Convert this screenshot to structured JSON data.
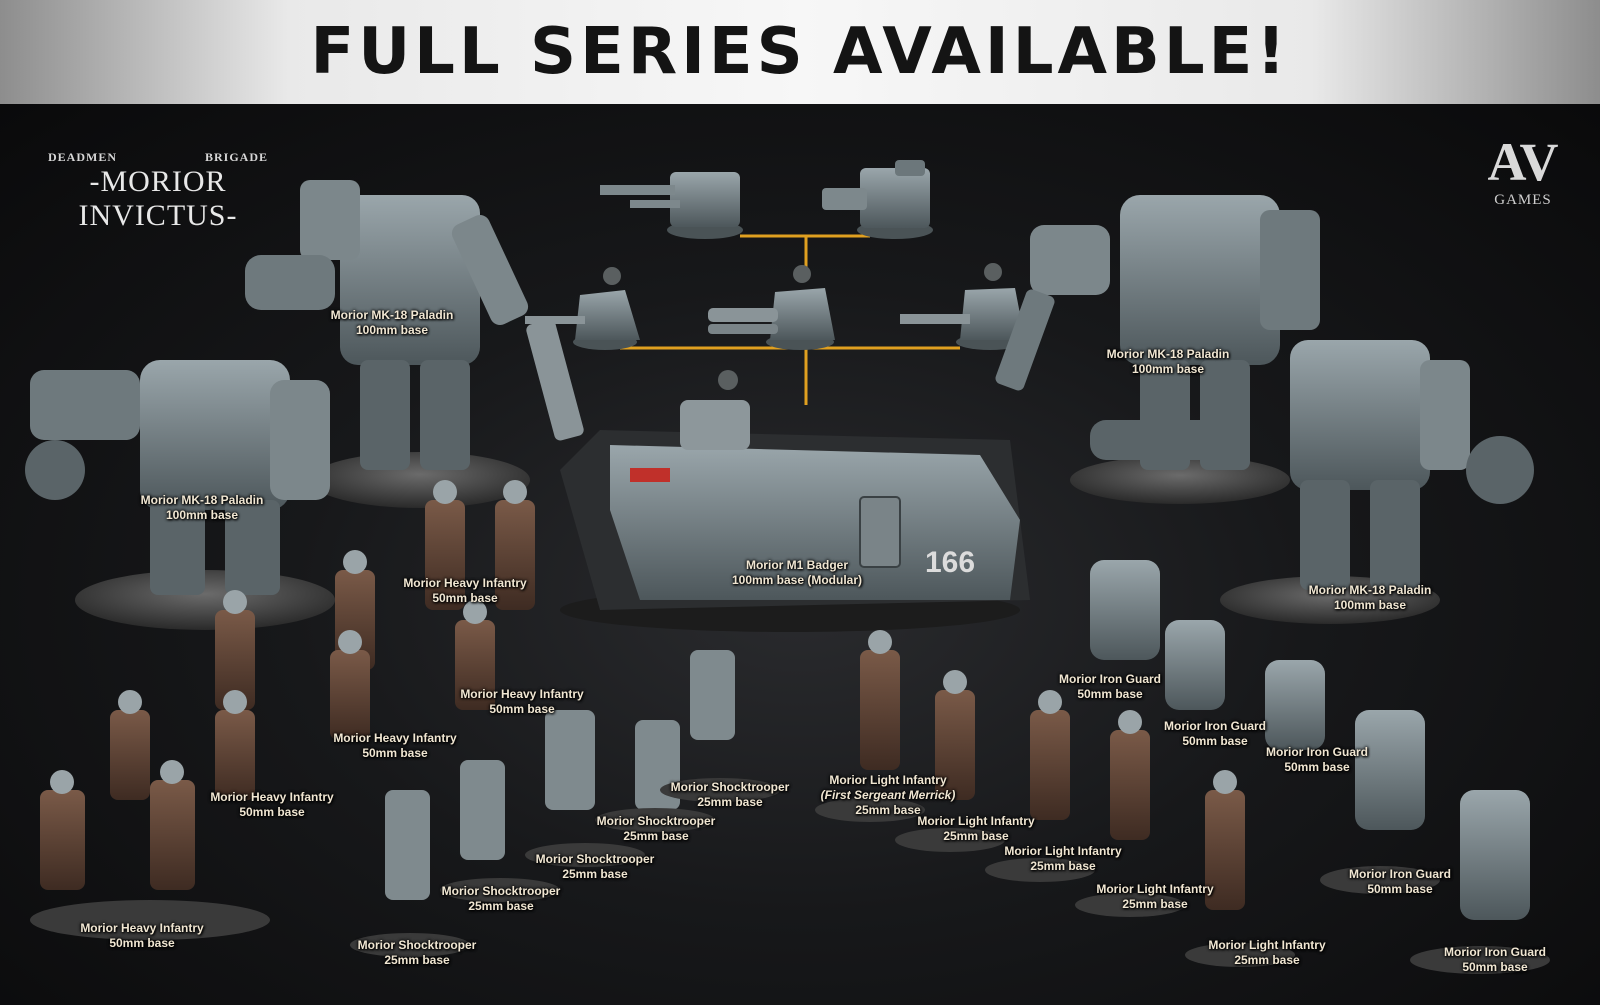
{
  "banner": {
    "title": "Full series available!"
  },
  "brand_left": {
    "top_left": "DEADMEN",
    "top_right": "BRIGADE",
    "main": "-MORIOR INVICTUS-"
  },
  "brand_right": {
    "mark": "AV",
    "text": "GAMES"
  },
  "colors": {
    "label_text": "#f0e6d2",
    "connector": "#e0a020",
    "banner_text": "#141414"
  },
  "labels": [
    {
      "name": "Morior MK-18 Paladin",
      "base": "100mm base"
    },
    {
      "name": "Morior MK-18 Paladin",
      "base": "100mm base"
    },
    {
      "name": "Morior MK-18 Paladin",
      "base": "100mm base"
    },
    {
      "name": "Morior MK-18 Paladin",
      "base": "100mm base"
    },
    {
      "name": "Morior M1 Badger",
      "base": "100mm base (Modular)"
    },
    {
      "name": "Morior Heavy Infantry",
      "base": "50mm base"
    },
    {
      "name": "Morior Heavy Infantry",
      "base": "50mm base"
    },
    {
      "name": "Morior Heavy Infantry",
      "base": "50mm base"
    },
    {
      "name": "Morior Heavy Infantry",
      "base": "50mm base"
    },
    {
      "name": "Morior Heavy Infantry",
      "base": "50mm base"
    },
    {
      "name": "Morior Shocktrooper",
      "base": "25mm base"
    },
    {
      "name": "Morior Shocktrooper",
      "base": "25mm base"
    },
    {
      "name": "Morior Shocktrooper",
      "base": "25mm base"
    },
    {
      "name": "Morior Shocktrooper",
      "base": "25mm base"
    },
    {
      "name": "Morior Shocktrooper",
      "base": "25mm base"
    },
    {
      "name": "Morior Light Infantry",
      "sub": "(First Sergeant Merrick)",
      "base": "25mm base"
    },
    {
      "name": "Morior Light Infantry",
      "base": "25mm base"
    },
    {
      "name": "Morior Light Infantry",
      "base": "25mm base"
    },
    {
      "name": "Morior Light Infantry",
      "base": "25mm base"
    },
    {
      "name": "Morior Light Infantry",
      "base": "25mm base"
    },
    {
      "name": "Morior Iron Guard",
      "base": "50mm base"
    },
    {
      "name": "Morior Iron Guard",
      "base": "50mm base"
    },
    {
      "name": "Morior Iron Guard",
      "base": "50mm base"
    },
    {
      "name": "Morior Iron Guard",
      "base": "50mm base"
    },
    {
      "name": "Morior Iron Guard",
      "base": "50mm base"
    }
  ],
  "tank": {
    "number": "166"
  }
}
